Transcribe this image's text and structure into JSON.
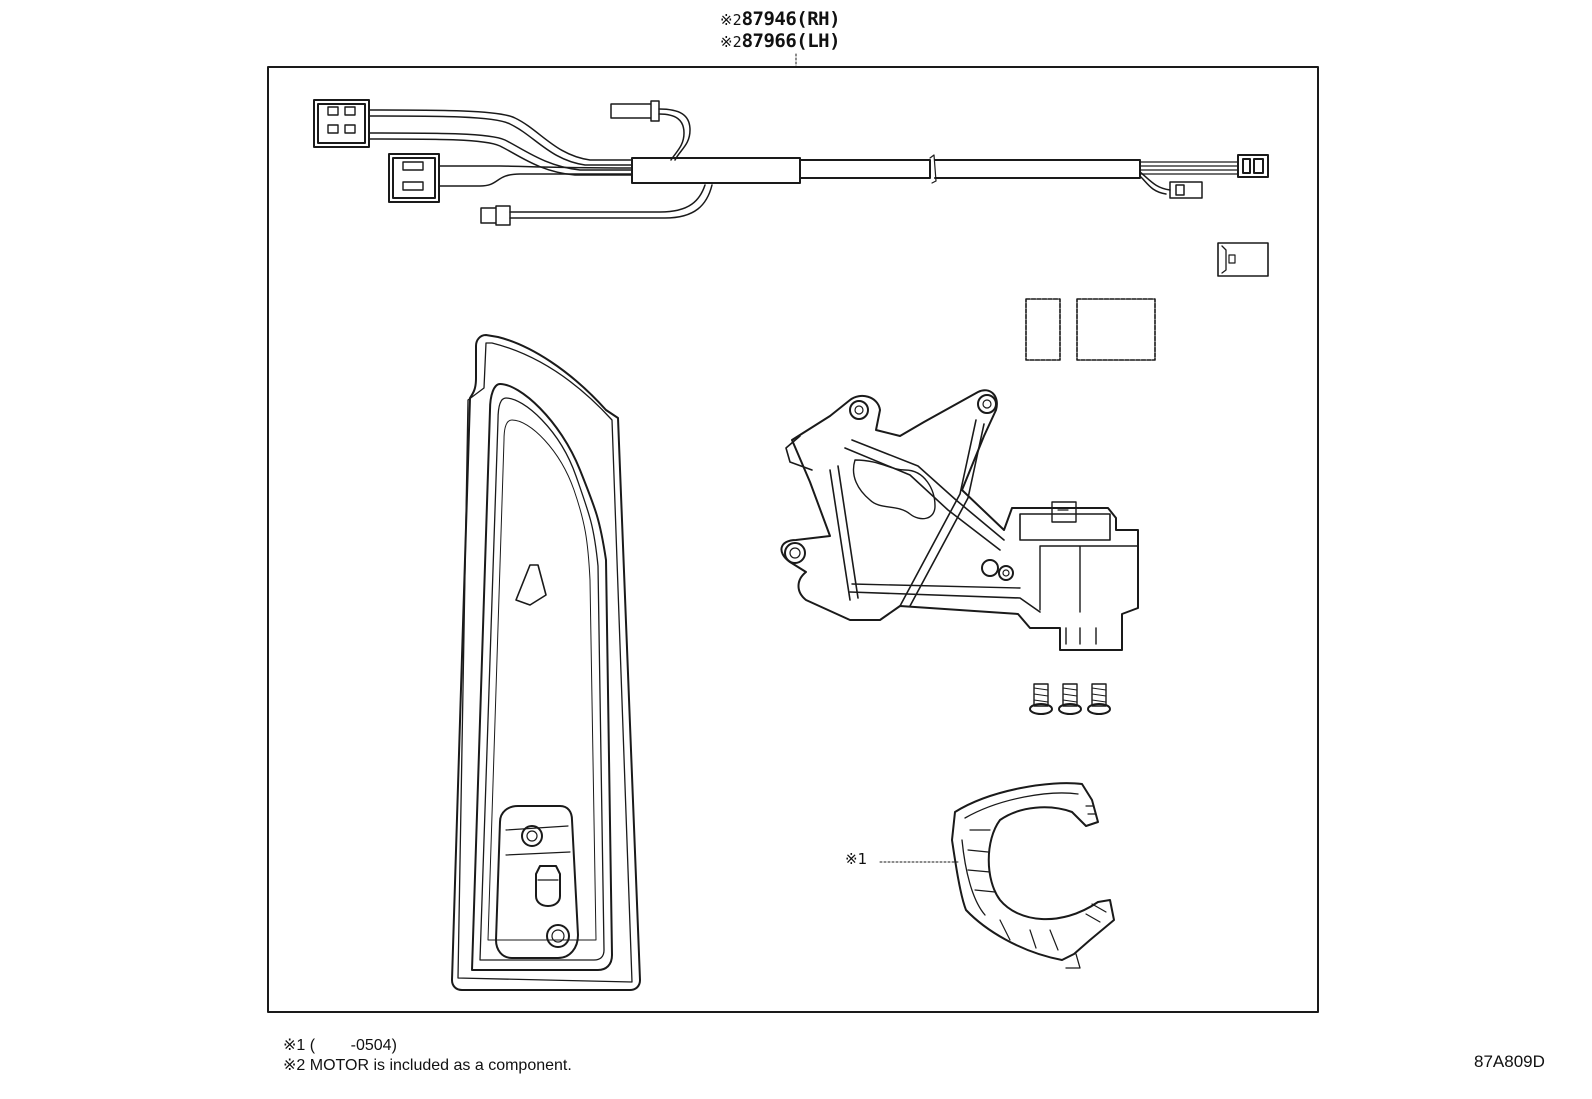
{
  "callouts": {
    "part_rh": {
      "mark": "※2",
      "number": "87946(RH)"
    },
    "part_lh": {
      "mark": "※2",
      "number": "87966(LH)"
    },
    "bracket_mark": "※1"
  },
  "footnotes": {
    "note1": "※1 (        -0504)",
    "note2": "※2 MOTOR is included as a component."
  },
  "figure_code": "87A809D",
  "colors": {
    "line": "#1a1a1a",
    "background": "#ffffff"
  }
}
